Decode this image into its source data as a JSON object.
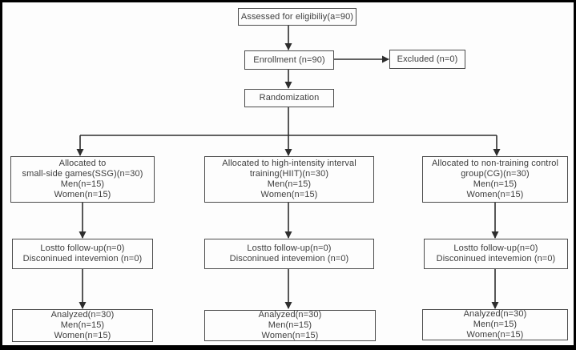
{
  "figure": {
    "kind": "consort-flow-diagram",
    "colors": {
      "background": "#fdfdfd",
      "frame": "#000000",
      "box_border": "#4c4c4c",
      "text": "#3d3d3d",
      "arrow": "#2e2e2e"
    },
    "nodes": {
      "assessed": {
        "lines": [
          "Assessed for eligibiliy(a=90)"
        ]
      },
      "enrollment": {
        "lines": [
          "Enrollment (n=90)"
        ]
      },
      "excluded": {
        "lines": [
          "Excluded (n=0)"
        ]
      },
      "randomization": {
        "lines": [
          "Randomization"
        ]
      },
      "alloc_ssg": {
        "lines": [
          "Allocated to",
          "small-side games(SSG)(n=30)",
          "Men(n=15)",
          "Women(n=15)"
        ]
      },
      "alloc_hiit": {
        "lines": [
          "Allocated to high-intensity interval",
          "training(HIIT)(n=30)",
          "Men(n=15)",
          "Women(n=15)"
        ]
      },
      "alloc_cg": {
        "lines": [
          "Allocated to non-training control",
          "group(CG)(n=30)",
          "Men(n=15)",
          "Women(n=15)"
        ]
      },
      "followup_ssg": {
        "lines": [
          "Lostto follow-up(n=0)",
          "Disconinued intevemion (n=0)"
        ]
      },
      "followup_hiit": {
        "lines": [
          "Lostto follow-up(n=0)",
          "Disconinued intevemion (n=0)"
        ]
      },
      "followup_cg": {
        "lines": [
          "Lostto follow-up(n=0)",
          "Disconinued intevemion (n=0)"
        ]
      },
      "analyzed_ssg": {
        "lines": [
          "Analyzed(n=30)",
          "Men(n=15)",
          "Women(n=15)"
        ]
      },
      "analyzed_hiit": {
        "lines": [
          "Analyzed(n=30)",
          "Men(n=15)",
          "Women(n=15)"
        ]
      },
      "analyzed_cg": {
        "lines": [
          "Analyzed(n=30)",
          "Men(n=15)",
          "Women(n=15)"
        ]
      }
    }
  }
}
